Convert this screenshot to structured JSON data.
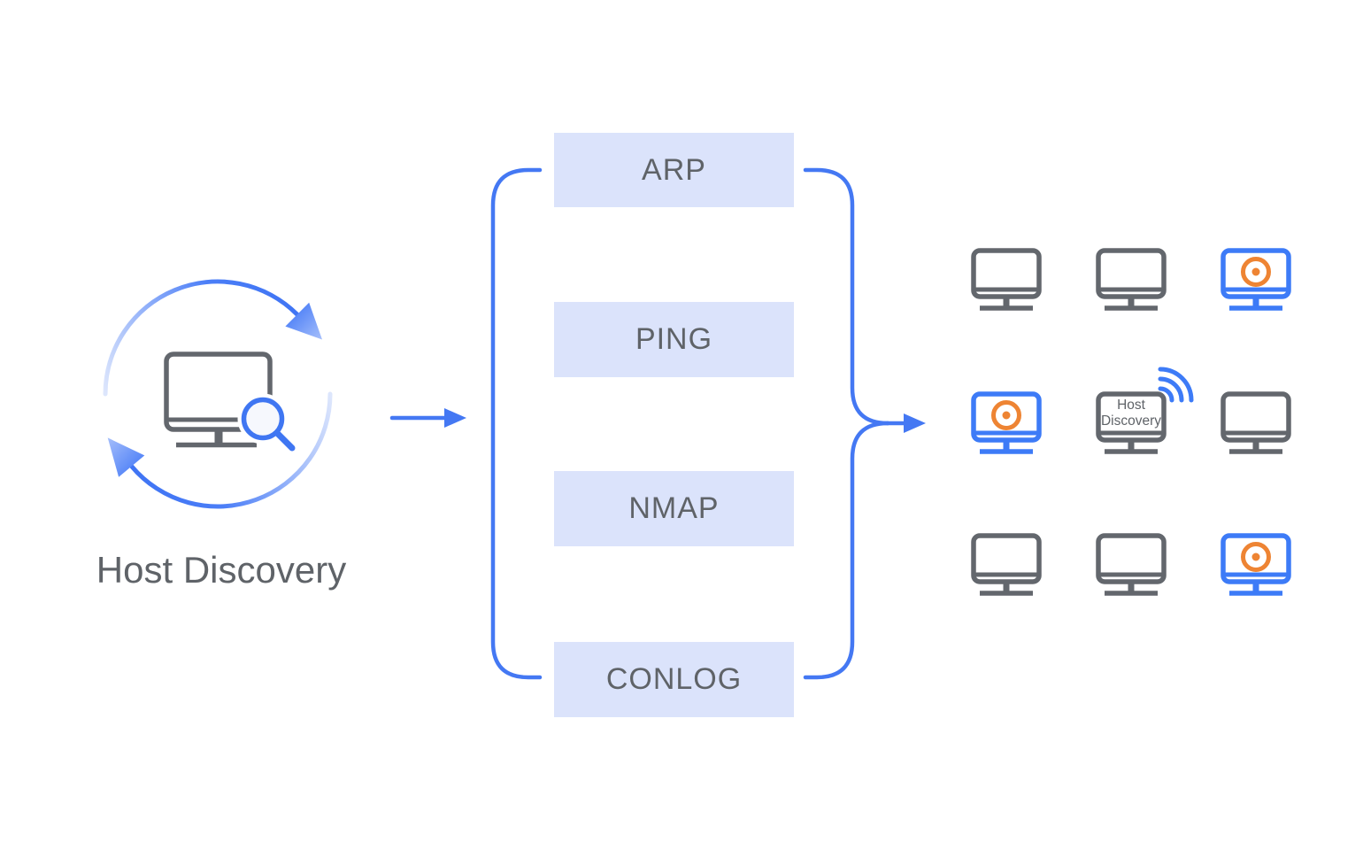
{
  "title": "Host Discovery",
  "methods": [
    {
      "label": "ARP"
    },
    {
      "label": "PING"
    },
    {
      "label": "NMAP"
    },
    {
      "label": "CONLOG"
    }
  ],
  "host_monitor": {
    "line1": "Host",
    "line2": "Discovery"
  },
  "network_grid": {
    "rows": [
      [
        "idle",
        "idle",
        "discovered"
      ],
      [
        "discovered",
        "host-discovery-scanner",
        "idle"
      ],
      [
        "idle",
        "idle",
        "discovered"
      ]
    ]
  },
  "colors": {
    "accent_blue": "#4478f3",
    "light_blue_fill": "#dbe3fb",
    "text_gray": "#5f6368",
    "monitor_gray": "#63676d",
    "monitor_blue": "#3d7bf7",
    "target_orange": "#ee8433"
  }
}
